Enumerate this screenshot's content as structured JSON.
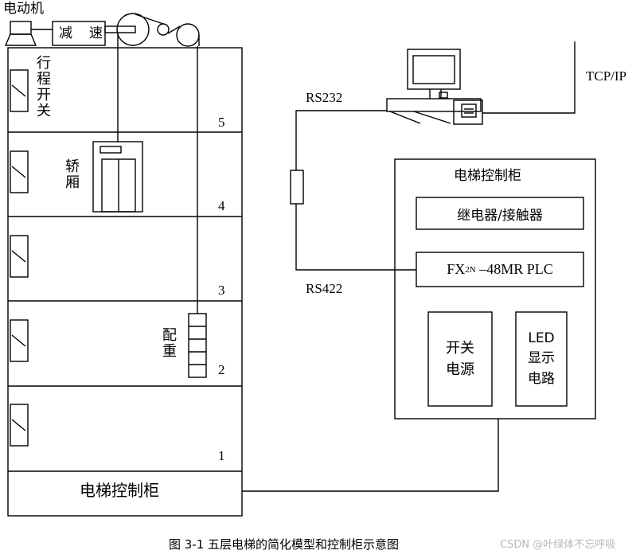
{
  "motor_label": "电动机",
  "reducer_label_1": "减",
  "reducer_label_2": "速",
  "travel_switch_label": "行程开关",
  "car_label": "轿厢",
  "counterweight_label": "配重",
  "floor_numbers": [
    "5",
    "4",
    "3",
    "2",
    "1"
  ],
  "shaft_cabinet_label": "电梯控制柜",
  "rs232_label": "RS232",
  "rs422_label": "RS422",
  "tcpip_label": "TCP/IP",
  "cabinet_title": "电梯控制柜",
  "relay_label": "继电器/接触器",
  "plc_prefix": "FX",
  "plc_sub": "2N",
  "plc_suffix": " –48MR PLC",
  "switch_power_label": "开关电源",
  "led_label": "LED显示电路",
  "caption": "图 3-1 五层电梯的简化模型和控制柜示意图",
  "watermark": "CSDN @叶绿体不忘呼吸"
}
